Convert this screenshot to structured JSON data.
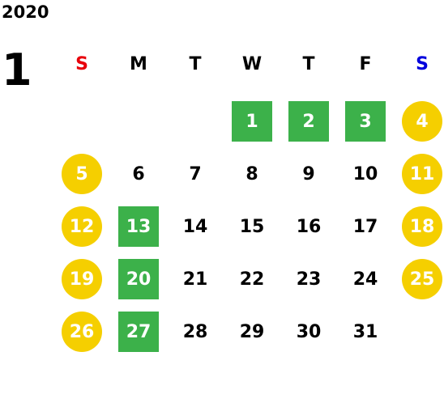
{
  "year": "2020",
  "month": "1",
  "colors": {
    "sunday": "#e8000b",
    "saturday": "#0000dd",
    "weekday": "#000000",
    "green": "#3cb14a",
    "yellow": "#f5cf00"
  },
  "weekday_headers": [
    "S",
    "M",
    "T",
    "W",
    "T",
    "F",
    "S"
  ],
  "first_weekday": 3,
  "days": [
    {
      "d": "1",
      "mark": "green"
    },
    {
      "d": "2",
      "mark": "green"
    },
    {
      "d": "3",
      "mark": "green"
    },
    {
      "d": "4",
      "mark": "yellow"
    },
    {
      "d": "5",
      "mark": "yellow"
    },
    {
      "d": "6",
      "mark": ""
    },
    {
      "d": "7",
      "mark": ""
    },
    {
      "d": "8",
      "mark": ""
    },
    {
      "d": "9",
      "mark": ""
    },
    {
      "d": "10",
      "mark": ""
    },
    {
      "d": "11",
      "mark": "yellow"
    },
    {
      "d": "12",
      "mark": "yellow"
    },
    {
      "d": "13",
      "mark": "green"
    },
    {
      "d": "14",
      "mark": ""
    },
    {
      "d": "15",
      "mark": ""
    },
    {
      "d": "16",
      "mark": ""
    },
    {
      "d": "17",
      "mark": ""
    },
    {
      "d": "18",
      "mark": "yellow"
    },
    {
      "d": "19",
      "mark": "yellow"
    },
    {
      "d": "20",
      "mark": "green"
    },
    {
      "d": "21",
      "mark": ""
    },
    {
      "d": "22",
      "mark": ""
    },
    {
      "d": "23",
      "mark": ""
    },
    {
      "d": "24",
      "mark": ""
    },
    {
      "d": "25",
      "mark": "yellow"
    },
    {
      "d": "26",
      "mark": "yellow"
    },
    {
      "d": "27",
      "mark": "green"
    },
    {
      "d": "28",
      "mark": ""
    },
    {
      "d": "29",
      "mark": ""
    },
    {
      "d": "30",
      "mark": ""
    },
    {
      "d": "31",
      "mark": ""
    }
  ]
}
